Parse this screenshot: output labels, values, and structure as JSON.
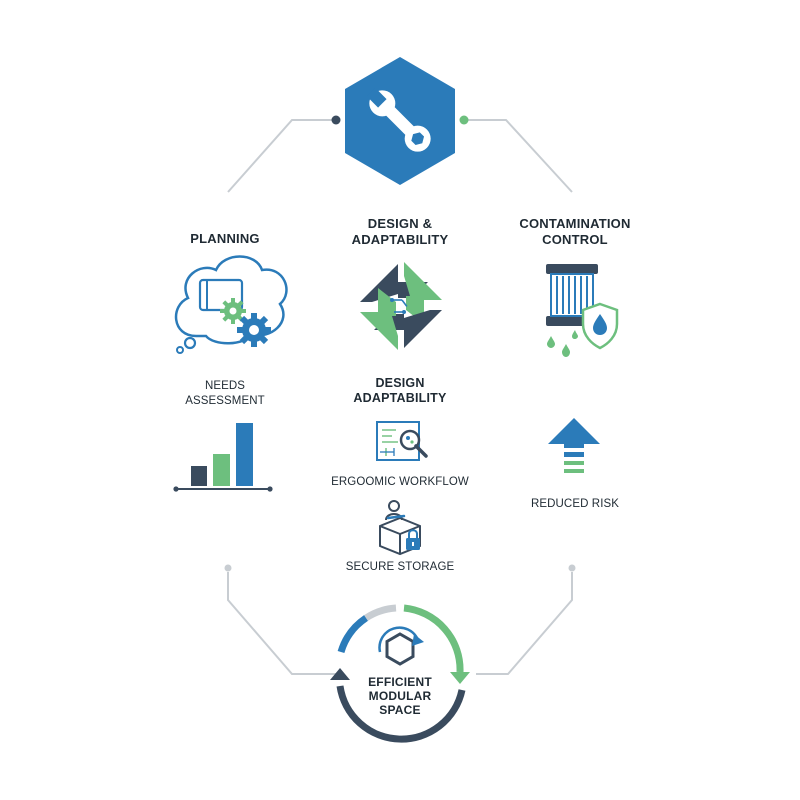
{
  "labels": {
    "planning": "PLANNING",
    "design_top_1": "DESIGN &",
    "design_top_2": "ADAPTABILITY",
    "contamination_1": "CONTAMINATION",
    "contamination_2": "CONTROL",
    "needs_1": "NEEDS",
    "needs_2": "ASSESSMENT",
    "design_mid_1": "DESIGN",
    "design_mid_2": "ADAPTABILITY",
    "ergonomic": "ERGOOMIC WORKFLOW",
    "secure": "SECURE STORAGE",
    "reduced": "REDUCED RISK",
    "efficient_1": "EFFICIENT",
    "efficient_2": "MODULAR",
    "efficient_3": "SPACE"
  },
  "colors": {
    "blue": "#2b7bb9",
    "navy": "#3a4b5e",
    "green": "#6dbf7e",
    "line": "#c8cdd2",
    "text": "#1f2a33"
  },
  "icons": {
    "top": "wrench-icon",
    "planning": "thought-cloud-gears-icon",
    "design": "recycle-arrows-icon",
    "contamination": "filter-shield-drop-icon",
    "needs": "bar-chart-icon",
    "ergonomic": "blueprint-magnifier-icon",
    "secure": "box-lock-icon",
    "reduced": "up-arrow-icon",
    "bottom": "cycle-hexagon-icon"
  }
}
